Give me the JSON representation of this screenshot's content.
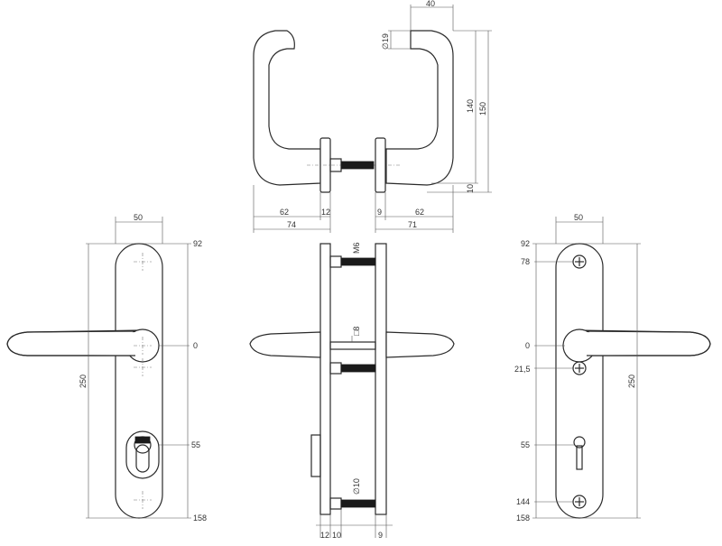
{
  "top_view": {
    "dim_width_40": "40",
    "dim_diameter_19": "∅19",
    "dim_height_140": "140",
    "dim_height_150": "150",
    "dim_rose_10": "10",
    "dim_left_62": "62",
    "dim_left_12": "12",
    "dim_left_74": "74",
    "dim_right_9": "9",
    "dim_right_62": "62",
    "dim_right_71": "71"
  },
  "front_left_view": {
    "dim_width_50": "50",
    "dim_top_92": "92",
    "dim_axis_0": "0",
    "dim_length_250": "250",
    "dim_cylinder_55": "55",
    "dim_bottom_158": "158"
  },
  "side_view": {
    "label_m6": "M6",
    "label_square_8": "□8",
    "label_diameter_10": "∅10",
    "dim_bottom_12": "12",
    "dim_bottom_10": "10",
    "dim_bottom_9": "9"
  },
  "front_right_view": {
    "dim_width_50": "50",
    "dim_top_92": "92",
    "dim_screw_78": "78",
    "dim_axis_0": "0",
    "dim_screw_21_5": "21,5",
    "dim_length_250": "250",
    "dim_cylinder_55": "55",
    "dim_screw_144": "144",
    "dim_bottom_158": "158"
  }
}
